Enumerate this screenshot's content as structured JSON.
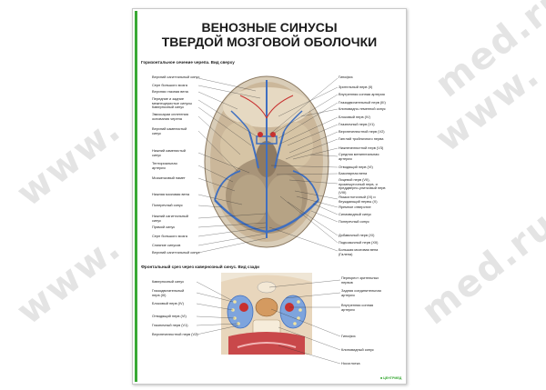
{
  "watermarks": [
    "www.",
    "www.",
    "www.",
    "med.ru",
    "med.ru"
  ],
  "poster": {
    "title_line1": "ВЕНОЗНЫЕ СИНУСЫ",
    "title_line2": "ТВЕРДОЙ МОЗГОВОЙ ОБОЛОЧКИ",
    "section1": "Горизонтальное сечение черепа. Вид сверху",
    "section2": "Фронтальный срез через кавернозный синус. Вид сзади",
    "logo_text": "ЦЕНТРМЕД"
  },
  "labels_left_top": [
    "Верхний сагиттальный синус",
    "Серп большого мозга",
    "Верхняя глазная вена",
    "Передние и задние межпещеристые синусы",
    "Кавернозный синус",
    "Эмиссарии сплетения основания черепа",
    "Верхний каменистый синус",
    "Нижний каменистый синус",
    "Тенториальная артерия",
    "Мозжечковый намет",
    "Нижняя мозговая вена",
    "Поперечный синус",
    "Нижний сагиттальный синус",
    "Прямой синус",
    "Серп большого мозга",
    "Слияние синусов",
    "Верхний сагиттальный синус"
  ],
  "labels_right_top": [
    "Гипофиз",
    "Зрительный нерв (II)",
    "Внутренняя сонная артерия",
    "Глазодвигательный нерв (III)",
    "Клиновидно-теменной синус",
    "Блоковый нерв (IV)",
    "Глазничный нерв (V1)",
    "Верхнечелюстной нерв (V2)",
    "Ганглий тройничного нерва",
    "Нижнечелюстной нерв (V3)",
    "Средняя менингеальная артерия",
    "Отводящий нерв (VI)",
    "Базилярная вена",
    "Лицевой нерв (VII), промежуточный нерв, и преддверно-улитковый нерв (VIII)",
    "Языкоглоточный (IX) и блуждающий нервы (X)",
    "Яремное отверстие",
    "Сигмовидный синус",
    "Поперечный синус",
    "Добавочный нерв (XI)",
    "Подъязычный нерв (XII)",
    "Большая мозговая вена (Галена)"
  ],
  "labels_left_bottom": [
    "Кавернозный синус",
    "Глазодвигательный нерв (III)",
    "Блоковый нерв (IV)",
    "Отводящий нерв (VI)",
    "Глазничный нерв (V1)",
    "Верхнечелюстной нерв (V2)"
  ],
  "labels_right_bottom": [
    "Перекрест зрительных нервов",
    "Задняя соединительная артерия",
    "Внутренняя сонная артерия",
    "Гипофиз",
    "Клиновидный синус",
    "Носоглотка"
  ]
}
